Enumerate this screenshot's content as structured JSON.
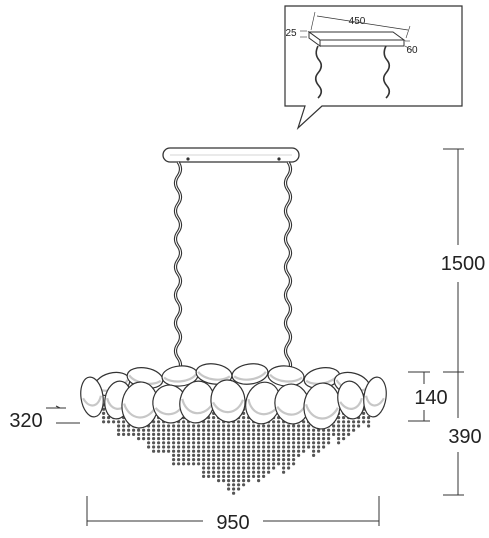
{
  "inset": {
    "width_label": "450",
    "depth_label": "60",
    "height_label": "25"
  },
  "dimensions": {
    "total_width": "950",
    "drop_length": "1500",
    "body_height": "390",
    "plate_height": "140",
    "side_depth": "320"
  },
  "colors": {
    "line": "#333333",
    "leaf_fill": "#ffffff",
    "leaf_shade": "#999999",
    "crystal": "#555555"
  }
}
